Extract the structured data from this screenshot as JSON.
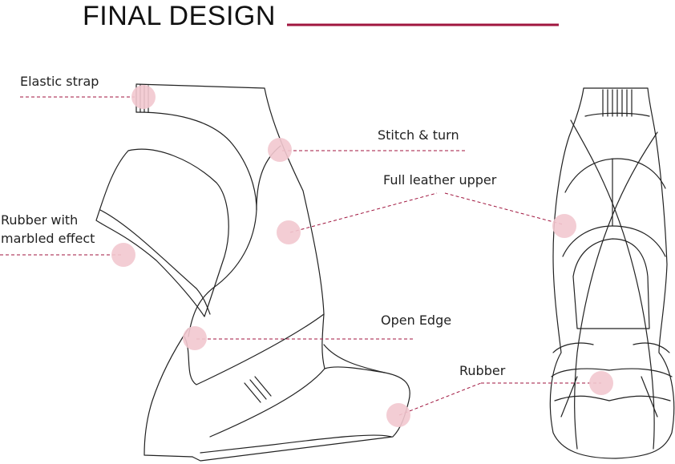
{
  "title": "FINAL DESIGN",
  "accent_color": "#a0163f",
  "callout_dot_color": "#f2c8cf",
  "callouts": {
    "elastic_strap": "Elastic strap",
    "stitch_turn": "Stitch & turn",
    "full_leather_upper": "Full leather upper",
    "rubber_marbled_line1": "Rubber with",
    "rubber_marbled_line2": "marbled effect",
    "open_edge": "Open Edge",
    "rubber": "Rubber"
  }
}
